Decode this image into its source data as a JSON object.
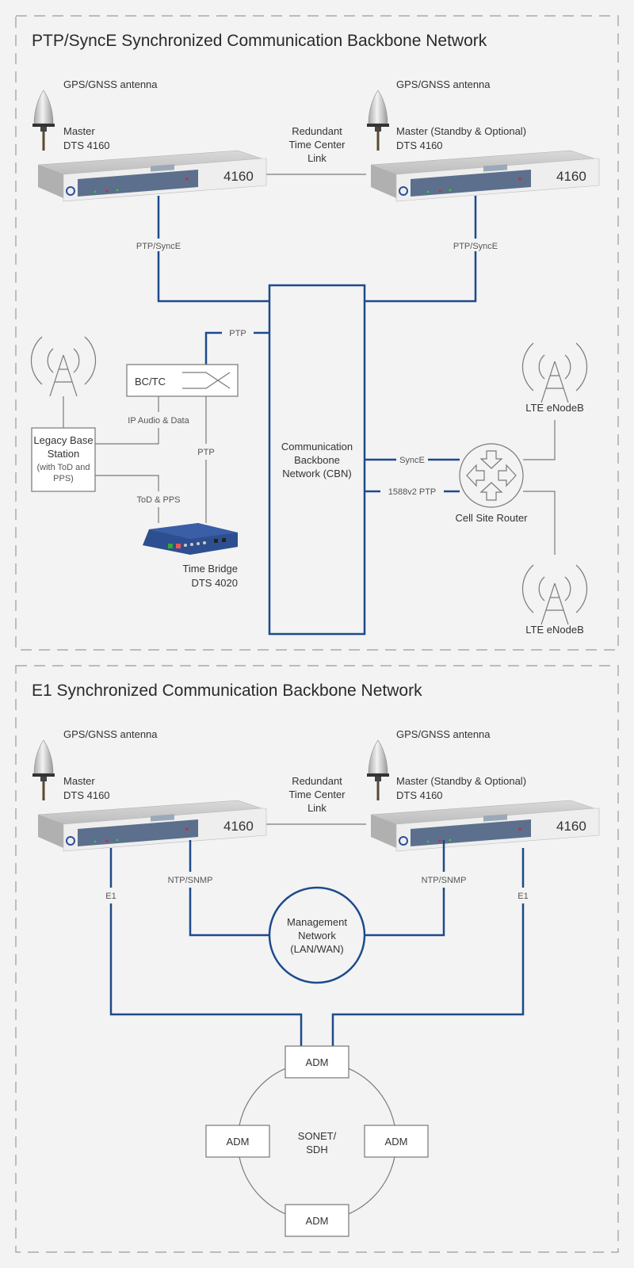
{
  "colors": {
    "background": "#f3f3f3",
    "link_blue": "#1d4a8c",
    "link_gray": "#7a7a7a",
    "frame_dash": "#9a9a9a",
    "device_blue": "#2e4f8f"
  },
  "section1": {
    "title": "PTP/SyncE Synchronized Communication Backbone Network",
    "left_antenna_label": "GPS/GNSS antenna",
    "right_antenna_label": "GPS/GNSS antenna",
    "left_master": {
      "line1": "Master",
      "line2": "DTS 4160",
      "display": "4160"
    },
    "right_master": {
      "line1": "Master (Standby & Optional)",
      "line2": "DTS 4160",
      "display": "4160"
    },
    "redundant_link": {
      "line1": "Redundant",
      "line2": "Time Center",
      "line3": "Link"
    },
    "left_link_label": "PTP/SyncE",
    "right_link_label": "PTP/SyncE",
    "cbn": {
      "line1": "Communication",
      "line2": "Backbone",
      "line3": "Network (CBN)"
    },
    "ptp_top_label": "PTP",
    "bctc_label": "BC/TC",
    "ip_audio_label": "IP Audio & Data",
    "ptp_mid_label": "PTP",
    "tod_pps_label": "ToD & PPS",
    "legacy": {
      "line1": "Legacy Base",
      "line2": "Station",
      "line3": "(with ToD and",
      "line4": "PPS)"
    },
    "time_bridge": {
      "line1": "Time Bridge",
      "line2": "DTS 4020"
    },
    "synce_label": "SyncE",
    "ptp1588_label": "1588v2 PTP",
    "router_label": "Cell Site Router",
    "lte_top_label": "LTE eNodeB",
    "lte_bottom_label": "LTE eNodeB"
  },
  "section2": {
    "title": "E1 Synchronized Communication Backbone Network",
    "left_antenna_label": "GPS/GNSS antenna",
    "right_antenna_label": "GPS/GNSS antenna",
    "left_master": {
      "line1": "Master",
      "line2": "DTS 4160",
      "display": "4160"
    },
    "right_master": {
      "line1": "Master (Standby & Optional)",
      "line2": "DTS 4160",
      "display": "4160"
    },
    "redundant_link": {
      "line1": "Redundant",
      "line2": "Time Center",
      "line3": "Link"
    },
    "left_ntp_label": "NTP/SNMP",
    "right_ntp_label": "NTP/SNMP",
    "left_e1_label": "E1",
    "right_e1_label": "E1",
    "mgmt": {
      "line1": "Management",
      "line2": "Network",
      "line3": "(LAN/WAN)"
    },
    "ring": {
      "line1": "SONET/",
      "line2": "SDH"
    },
    "adm_top": "ADM",
    "adm_left": "ADM",
    "adm_right": "ADM",
    "adm_bottom": "ADM"
  }
}
